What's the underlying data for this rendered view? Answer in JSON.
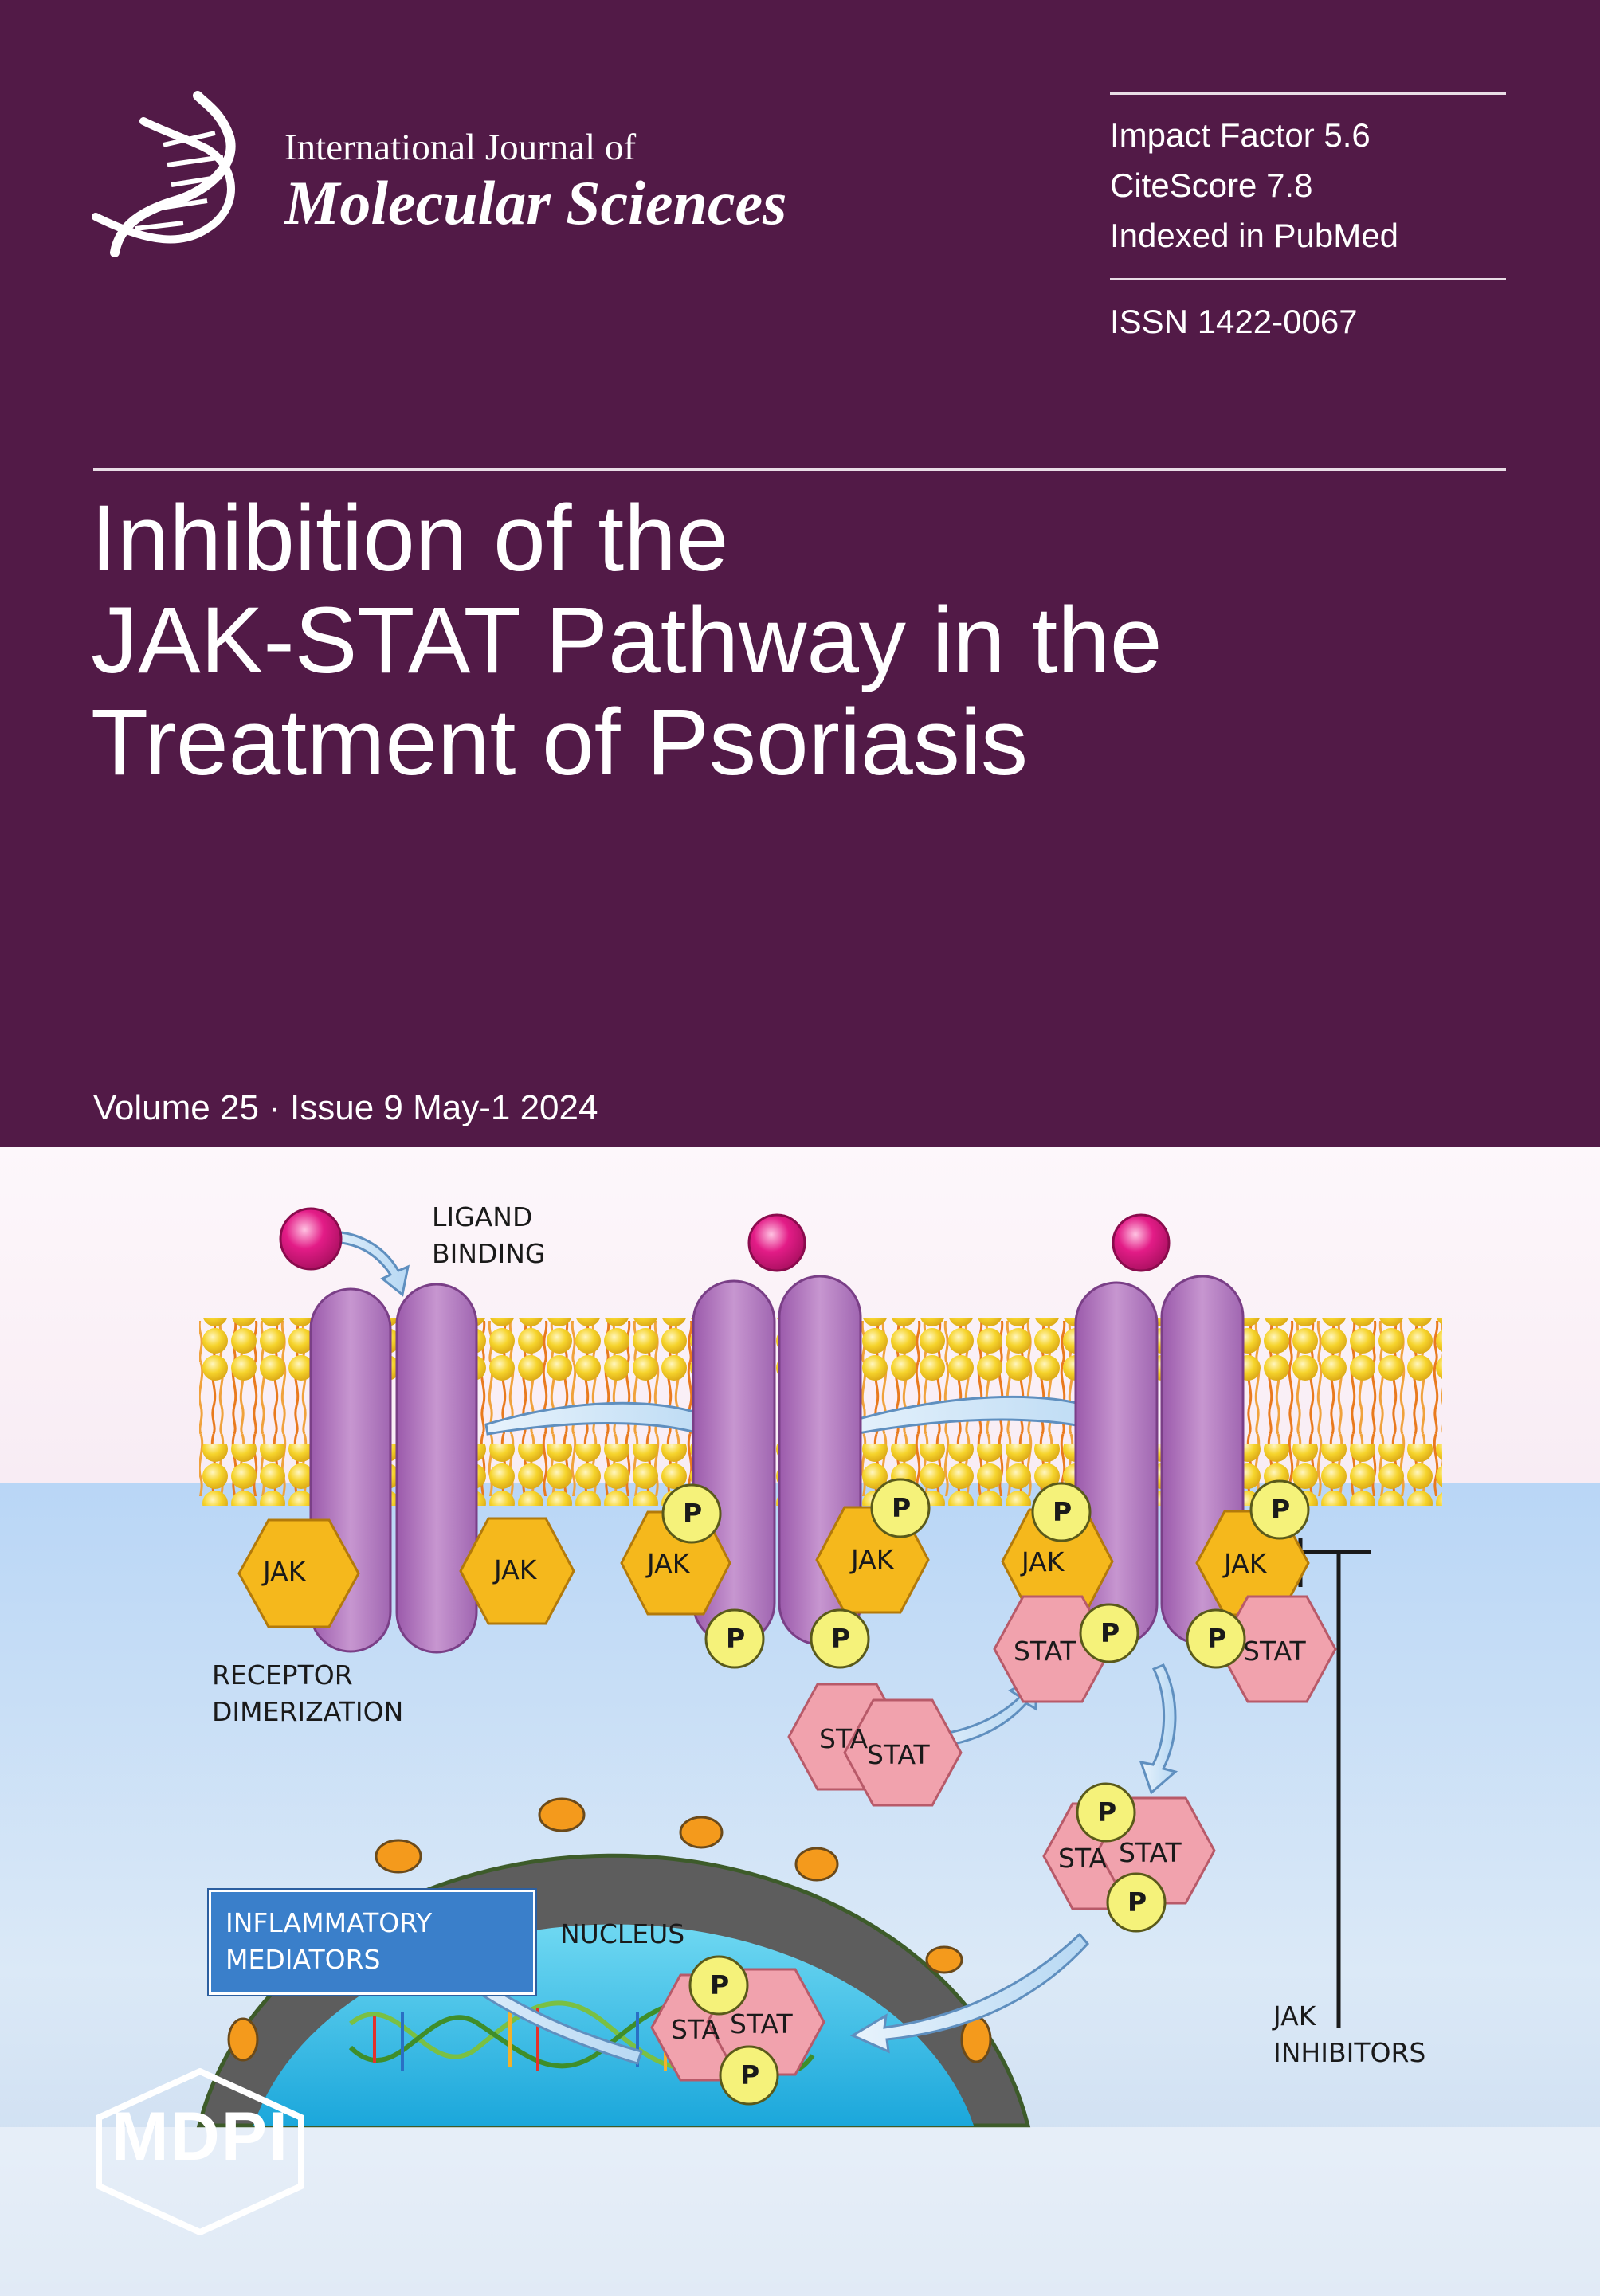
{
  "journal": {
    "name_line1": "International Journal of",
    "name_line2": "Molecular Sciences",
    "logo_icon": "dna-helix-icon"
  },
  "metrics": {
    "impact_factor": "Impact Factor 5.6",
    "citescore": "CiteScore 7.8",
    "indexed": "Indexed in PubMed",
    "issn": "ISSN 1422-0067"
  },
  "article": {
    "title_lines": [
      "Inhibition of the",
      "JAK-STAT Pathway in the",
      "Treatment of Psoriasis"
    ]
  },
  "issue": {
    "volume_line": "Volume 25 · Issue 9 May-1 2024"
  },
  "illustration": {
    "ligand_binding": [
      "LIGAND",
      "BINDING"
    ],
    "receptor_dimerization": [
      "RECEPTOR",
      "DIMERIZATION"
    ],
    "nucleus": "NUCLEUS",
    "inflammatory_mediators": [
      "INFLAMMATORY",
      "MEDIATORS"
    ],
    "jak_inhibitors": [
      "JAK",
      "INHIBITORS"
    ],
    "jak": "JAK",
    "stat": "STAT",
    "sta": "STA",
    "p": "P"
  },
  "publisher": {
    "logo_text": "MDPI"
  },
  "colors": {
    "banner": "#521a47",
    "jak": "#f5b81c",
    "stat": "#f1a2ad",
    "receptor": "#b27bbd",
    "phosphate": "#f5f27a",
    "ligand": "#e0187f",
    "membrane": "#f7d22a"
  }
}
